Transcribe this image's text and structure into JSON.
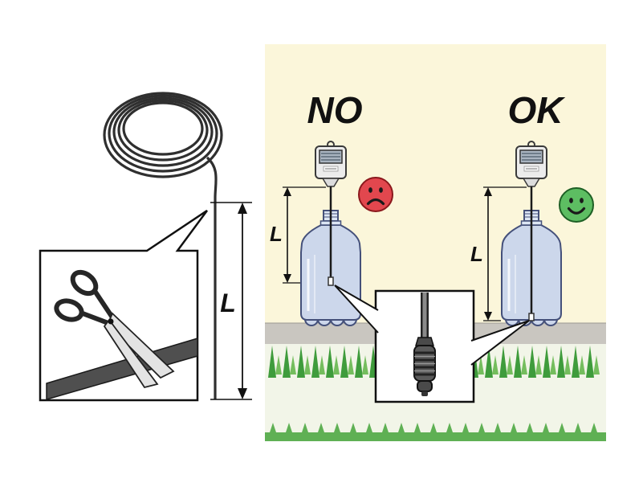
{
  "labels": {
    "no": "NO",
    "ok": "OK",
    "length_main": "L",
    "length_no": "L",
    "length_ok": "L"
  },
  "colors": {
    "panel_bg": "#fbf6da",
    "ground": "#c9c6c0",
    "grass_area": "#f2f5e8",
    "grass_dark": "#3f9c3c",
    "grass_light": "#74bd5d",
    "grass_strip": "#5fb054",
    "bottle": "#ccd7eb",
    "bottle_outline": "#44507a",
    "sad_face": "#e2474e",
    "happy_face": "#5dbd62",
    "tube": "#1a1a1a",
    "strip_gray": "#4f4f4f"
  },
  "icons": {
    "scissors": "✂",
    "sad_face": "☹",
    "happy_face": "☺"
  }
}
